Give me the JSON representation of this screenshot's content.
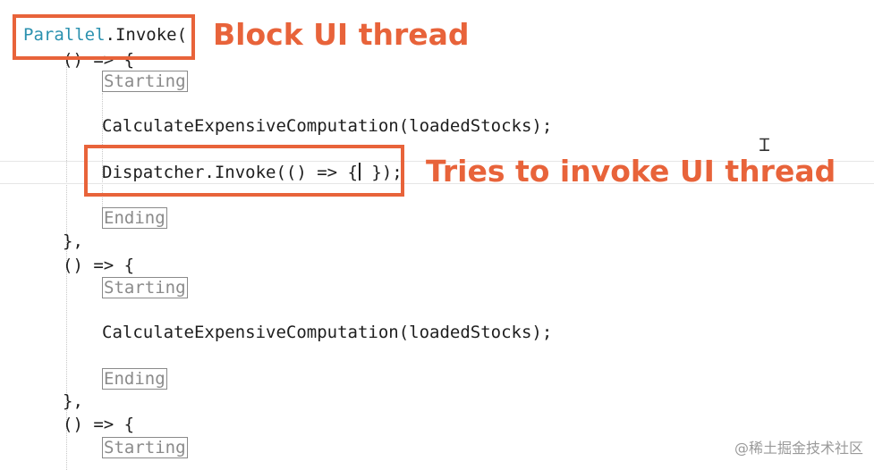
{
  "code": {
    "lines": [
      {
        "type": "Parallel",
        "rest": ".Invoke("
      },
      {
        "text": "() => {"
      },
      {
        "hint": "Starting"
      },
      {
        "text": "CalculateExpensiveComputation(loadedStocks);"
      },
      {
        "before_caret": "Dispatcher.Invoke(() => {",
        "after_caret": " });"
      },
      {
        "hint": "Ending"
      },
      {
        "text": "},"
      },
      {
        "text": "() => {"
      },
      {
        "hint": "Starting"
      },
      {
        "text": "CalculateExpensiveComputation(loadedStocks);"
      },
      {
        "hint": "Ending"
      },
      {
        "text": "},"
      },
      {
        "text": "() => {"
      },
      {
        "hint": "Starting"
      }
    ]
  },
  "annotations": {
    "block": {
      "label": "Block UI thread",
      "color": "#e8633a"
    },
    "invoke": {
      "label": "Tries to invoke UI thread",
      "color": "#e8633a"
    }
  },
  "colors": {
    "type_name": "#2b91af",
    "hint_border": "#8a8a8a",
    "text": "#1e1e1e"
  },
  "icons": {
    "cursor": "text-ibeam-icon"
  },
  "watermark": "@稀土掘金技术社区"
}
